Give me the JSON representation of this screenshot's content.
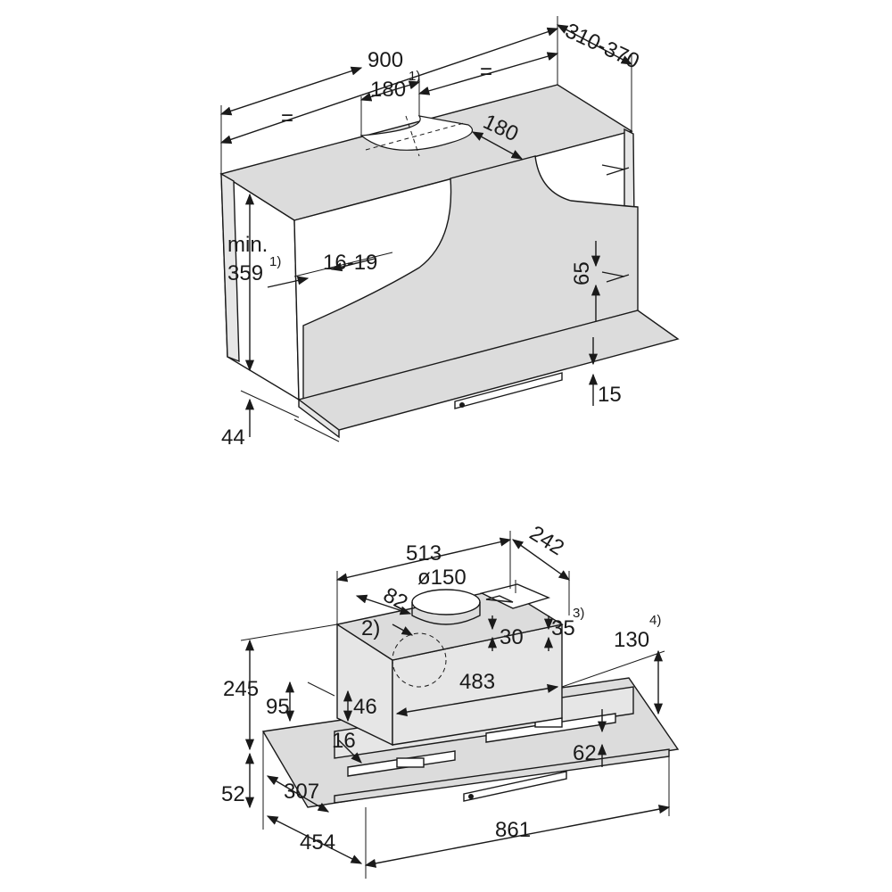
{
  "top_diagram": {
    "dim_900": "900",
    "dim_depth": "310-370",
    "dim_180_offset": "180",
    "dim_180_offset_note": "1)",
    "dim_180_cutout": "180",
    "eq_left": "=",
    "eq_right": "=",
    "dim_min_label": "min.",
    "dim_359": "359",
    "dim_359_note": "1)",
    "dim_16_19": "16-19",
    "dim_65": "65",
    "dim_15": "15",
    "dim_44": "44"
  },
  "bottom_diagram": {
    "dim_513": "513",
    "dim_242": "242",
    "dim_150": "ø150",
    "dim_82": "82",
    "note_2": "2)",
    "dim_30": "30",
    "dim_35": "35",
    "note_3": "3)",
    "dim_130": "130",
    "note_4": "4)",
    "dim_483": "483",
    "dim_245": "245",
    "dim_95": "95",
    "dim_46": "46",
    "dim_16": "16",
    "dim_62": "62",
    "dim_52": "52",
    "dim_307": "307",
    "dim_454": "454",
    "dim_861": "861"
  }
}
